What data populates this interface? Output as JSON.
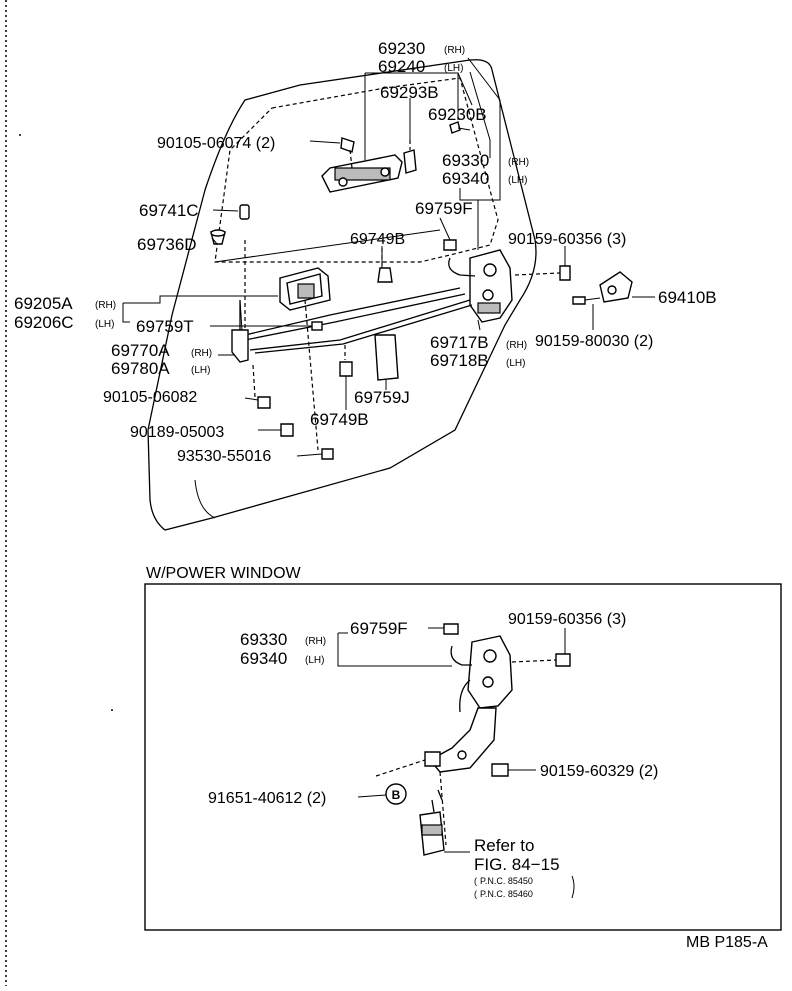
{
  "labels": {
    "p69230": "69230",
    "p69240": "69240",
    "p69293B": "69293B",
    "p69230B": "69230B",
    "p69330": "69330",
    "p69340": "69340",
    "p69759F": "69759F",
    "p90105_06074": "90105-06074 (2)",
    "p69741C": "69741C",
    "p69736D": "69736D",
    "p69749B_top": "69749B",
    "p90159_60356": "90159-60356 (3)",
    "p69410B": "69410B",
    "p90159_80030": "90159-80030 (2)",
    "p69205A": "69205A",
    "p69206C": "69206C",
    "p69759T": "69759T",
    "p69770A": "69770A",
    "p69780A": "69780A",
    "p69717B": "69717B",
    "p69718B": "69718B",
    "p90105_06082": "90105-06082",
    "p69759J": "69759J",
    "p69749B_bot": "69749B",
    "p90189_05003": "90189-05003",
    "p93530_55016": "93530-55016"
  },
  "side": {
    "rh": "(RH)",
    "lh": "(LH)"
  },
  "inset": {
    "title": "W/POWER WINDOW",
    "p69330": "69330",
    "p69340": "69340",
    "p69759F": "69759F",
    "p90159_60356": "90159-60356 (3)",
    "p90159_60329": "90159-60329 (2)",
    "p91651_40612": "91651-40612 (2)",
    "marker": "B",
    "refer_line1": "Refer to",
    "refer_line2": "FIG. 84−15",
    "pnc1": "P.N.C. 85450",
    "pnc2": "P.N.C. 85460"
  },
  "footer_code": "MB P185-A"
}
